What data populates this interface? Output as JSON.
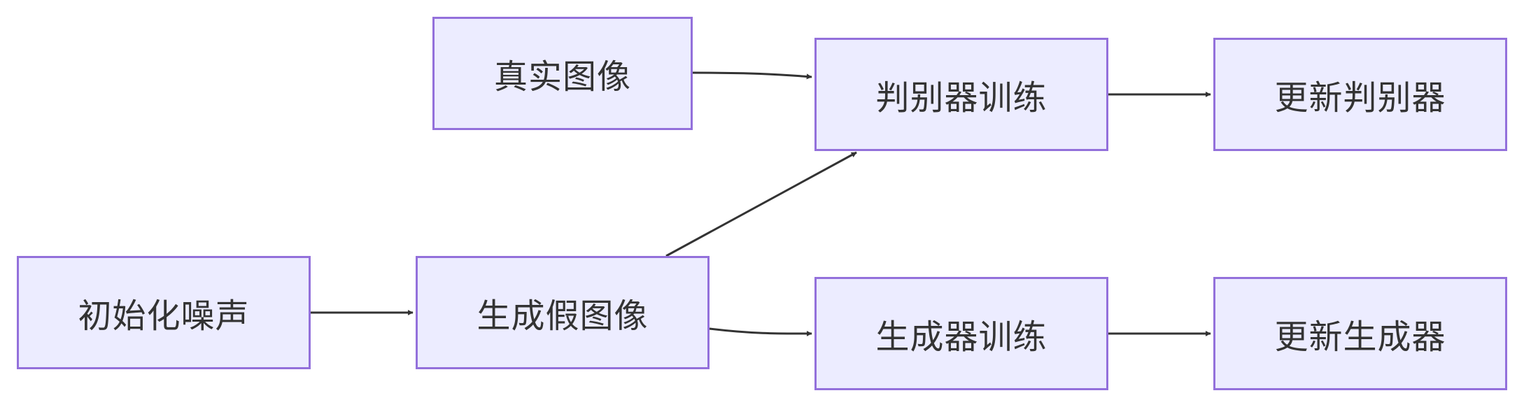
{
  "nodes": {
    "init_noise": "初始化噪声",
    "real_image": "真实图像",
    "fake_image": "生成假图像",
    "disc_train": "判别器训练",
    "gen_train": "生成器训练",
    "update_disc": "更新判别器",
    "update_gen": "更新生成器"
  },
  "edges": [
    {
      "from": "init_noise",
      "to": "fake_image"
    },
    {
      "from": "real_image",
      "to": "disc_train"
    },
    {
      "from": "fake_image",
      "to": "disc_train"
    },
    {
      "from": "fake_image",
      "to": "gen_train"
    },
    {
      "from": "disc_train",
      "to": "update_disc"
    },
    {
      "from": "gen_train",
      "to": "update_gen"
    }
  ],
  "colors": {
    "node_fill": "#ececff",
    "node_border": "#9370db",
    "edge": "#333333",
    "text": "#333333"
  }
}
